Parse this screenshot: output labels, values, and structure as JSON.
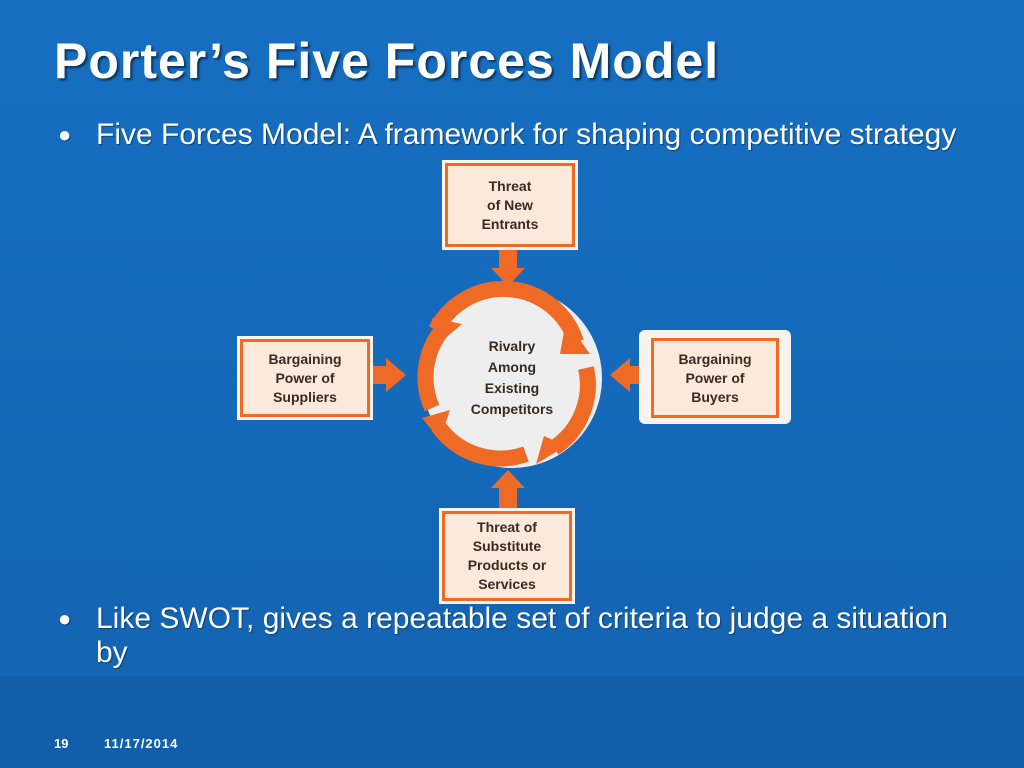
{
  "slide": {
    "title": "Porter’s Five Forces Model",
    "bullets": [
      {
        "marker": "●",
        "text": "Five Forces Model:  A framework for shaping competitive strategy"
      },
      {
        "marker": "●",
        "text": "Like SWOT, gives a repeatable set of criteria to judge a situation by"
      }
    ],
    "footer": {
      "page_number": "19",
      "date": "11/17/2014"
    }
  },
  "diagram": {
    "center": "Rivalry\nAmong\nExisting\nCompetitors",
    "forces": {
      "top": "Threat\nof New\nEntrants",
      "left": "Bargaining\nPower of\nSuppliers",
      "right": "Bargaining\nPower of\nBuyers",
      "bottom": "Threat of\nSubstitute\nProducts or\nServices"
    },
    "colors": {
      "background": "#1468b8",
      "accent": "#ef6a25",
      "box_fill": "#fbe9dc"
    }
  }
}
